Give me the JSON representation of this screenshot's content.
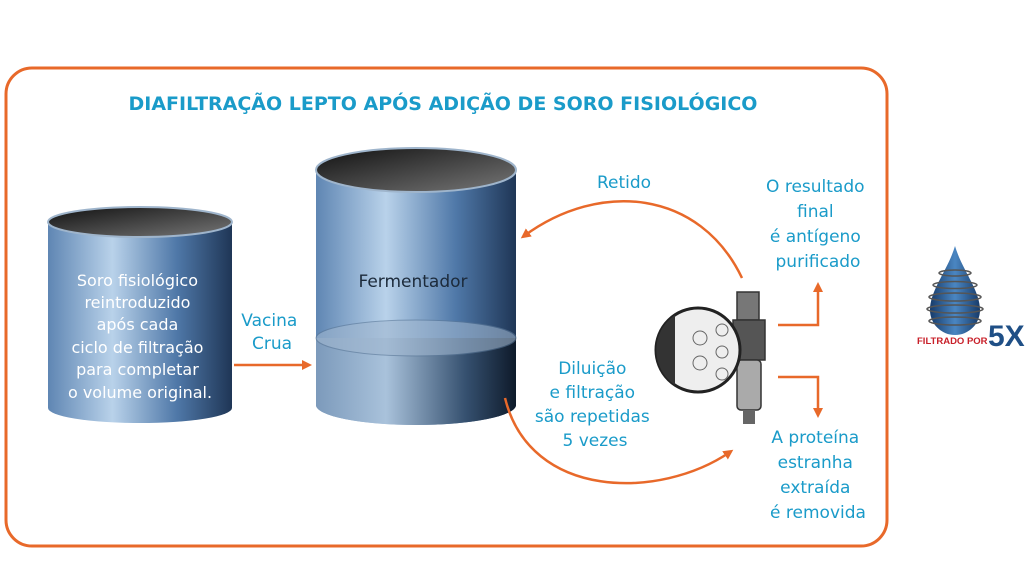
{
  "title": "DIAFILTRAÇÃO LEPTO APÓS ADIÇÃO DE SORO FISIOLÓGICO",
  "left_tank": {
    "lines": [
      "Soro fisiológico",
      "reintroduzido",
      "após cada",
      "ciclo de filtração",
      "para completar",
      "o volume original."
    ]
  },
  "input_label": {
    "lines": [
      "Vacina",
      "Crua"
    ]
  },
  "fermenter": {
    "label": "Fermentador"
  },
  "retained_label": "Retido",
  "cycle_label": {
    "lines": [
      "Diluição",
      "e filtração",
      "são repetidas",
      "5 vezes"
    ]
  },
  "result_label": {
    "lines": [
      "O resultado",
      "final",
      "é antígeno",
      "purificado"
    ]
  },
  "removed_label": {
    "lines": [
      "A proteína",
      "estranha",
      "extraída",
      "é removida"
    ]
  },
  "logo": {
    "text": "FILTRADO POR",
    "number": "5X",
    "icon": "water-drop-filter-icon"
  },
  "colors": {
    "accent": "#e8692a",
    "text_blue": "#1a9bc9",
    "logo_red": "#c8202a",
    "logo_blue": "#1f4f86"
  }
}
